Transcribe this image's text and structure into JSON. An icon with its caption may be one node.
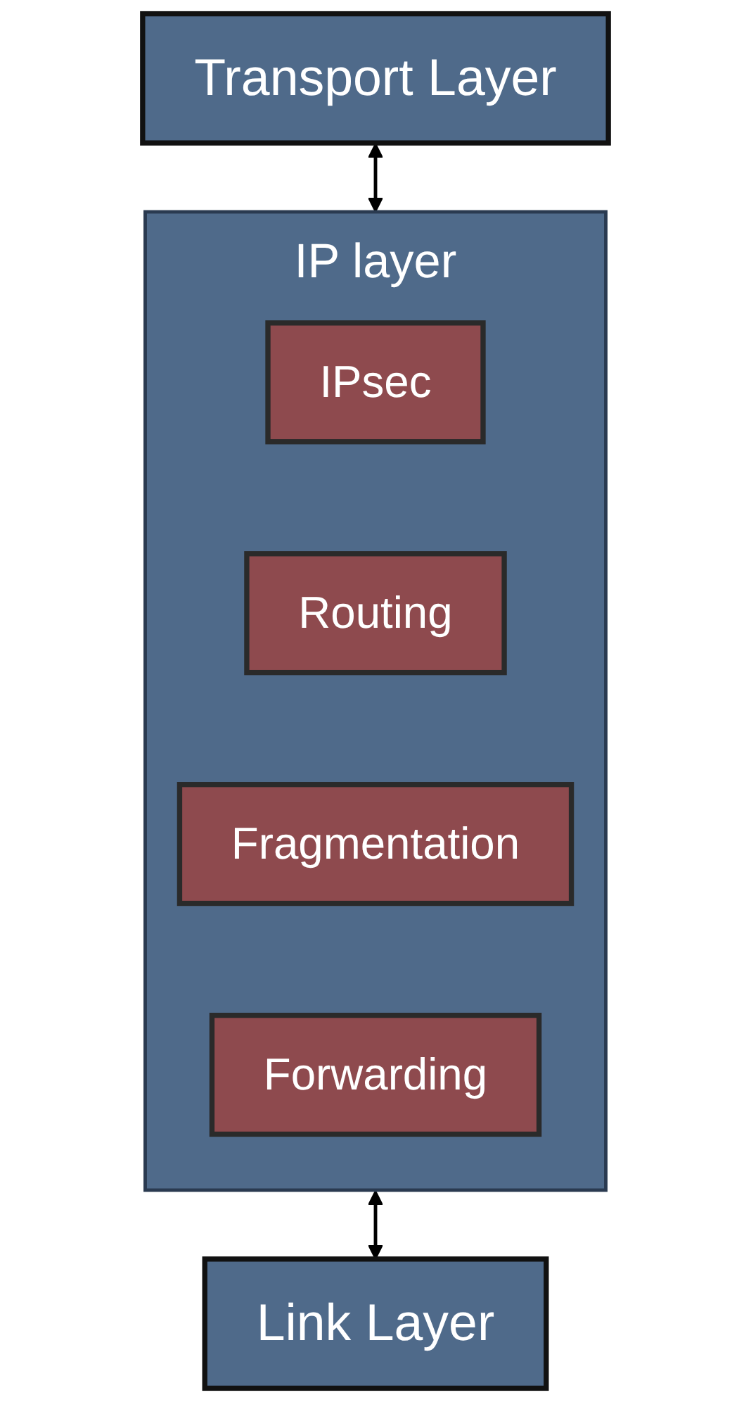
{
  "diagram": {
    "nodes": [
      {
        "text": [
          "Transport Layer"
        ]
      },
      {
        "text": [
          "IP layer"
        ]
      },
      {
        "text": [
          "IPsec"
        ],
        "in": 1
      },
      {
        "text": [
          "Routing"
        ],
        "in": 1
      },
      {
        "text": [
          "Fragmentation"
        ],
        "in": 1
      },
      {
        "text": [
          "Forwarding"
        ],
        "in": 1
      },
      {
        "text": [
          "Link Layer"
        ]
      }
    ],
    "edges": [
      {
        "from": 0,
        "to": 1,
        "arrow": "both"
      },
      {
        "from": 1,
        "to": 6,
        "arrow": "both"
      }
    ]
  }
}
